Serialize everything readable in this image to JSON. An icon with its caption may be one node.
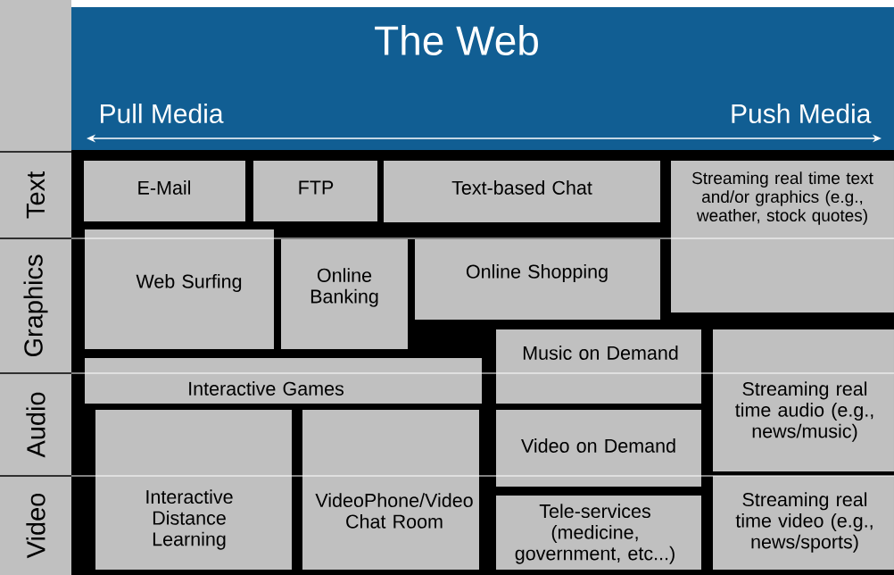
{
  "diagram": {
    "title": "The Web",
    "nodes": [
      {
        "text": [
          "E-Mail"
        ]
      },
      {
        "text": [
          "FTP"
        ]
      },
      {
        "text": [
          "Text-based Chat"
        ]
      },
      {
        "text": [
          "Streaming real time text and/or graphics (e.g., weather, stock quotes)"
        ]
      },
      {
        "text": [
          "Web Surfing"
        ]
      },
      {
        "text": [
          "Online Banking"
        ]
      },
      {
        "text": [
          "Online Shopping"
        ]
      },
      {
        "text": [
          "Music on Demand"
        ]
      },
      {
        "text": [
          "Interactive Games"
        ]
      },
      {
        "text": [
          "Streaming real time audio (e.g., news/music)"
        ]
      },
      {
        "text": [
          "Interactive Distance Learning"
        ]
      },
      {
        "text": [
          "VideoPhone/Video Chat Room"
        ]
      },
      {
        "text": [
          "Video on Demand"
        ]
      },
      {
        "text": [
          "Tele-services (medicine, government, etc...)"
        ]
      },
      {
        "text": [
          "Streaming real time video (e.g., news/sports)"
        ]
      }
    ],
    "labels": [
      "Pull Media",
      "Push Media",
      "Text",
      "Graphics",
      "Audio",
      "Video"
    ]
  }
}
